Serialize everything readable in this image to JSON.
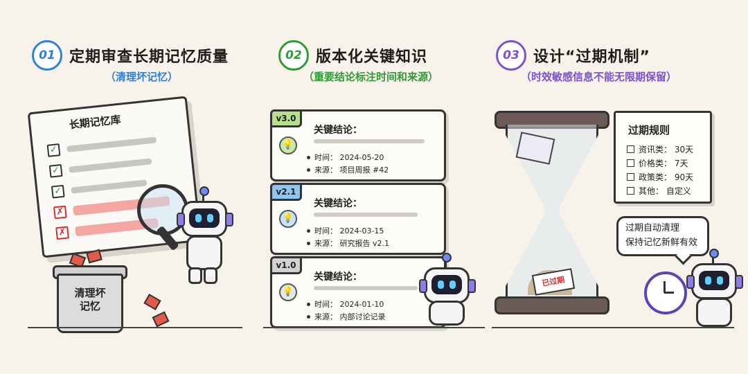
{
  "sections": [
    {
      "number": "01",
      "title": "定期审查长期记忆质量",
      "subtitle": "（清理坏记忆）",
      "board_title": "长期记忆库",
      "bin_label_line1": "清理坏",
      "bin_label_line2": "记忆"
    },
    {
      "number": "02",
      "title": "版本化关键知识",
      "subtitle": "（重要结论标注时间和来源）",
      "cards": [
        {
          "version": "v3.0",
          "key": "关键结论：",
          "time": "时间： 2024-05-20",
          "source": "来源： 项目周报 #42",
          "color": "#b7e08d"
        },
        {
          "version": "v2.1",
          "key": "关键结论：",
          "time": "时间： 2024-03-15",
          "source": "来源： 研究报告 v2.1",
          "color": "#8ec6f2"
        },
        {
          "version": "v1.0",
          "key": "关键结论：",
          "time": "时间： 2024-01-10",
          "source": "来源： 内部讨论记录",
          "color": "#d2d2d2"
        }
      ]
    },
    {
      "number": "03",
      "title": "设计“过期机制”",
      "subtitle": "（时效敏感信息不能无限期保留）",
      "rules_title": "过期规则",
      "rules": [
        "资讯类： 30天",
        "价格类： 7天",
        "政策类： 90天",
        "其他： 自定义"
      ],
      "stamp": "已过期",
      "bubble_line1": "过期自动清理",
      "bubble_line2": "保持记忆新鲜有效"
    }
  ],
  "colors": {
    "section1": "#2e7fd6",
    "section2": "#2f9a36",
    "section3": "#7b4fd6"
  }
}
